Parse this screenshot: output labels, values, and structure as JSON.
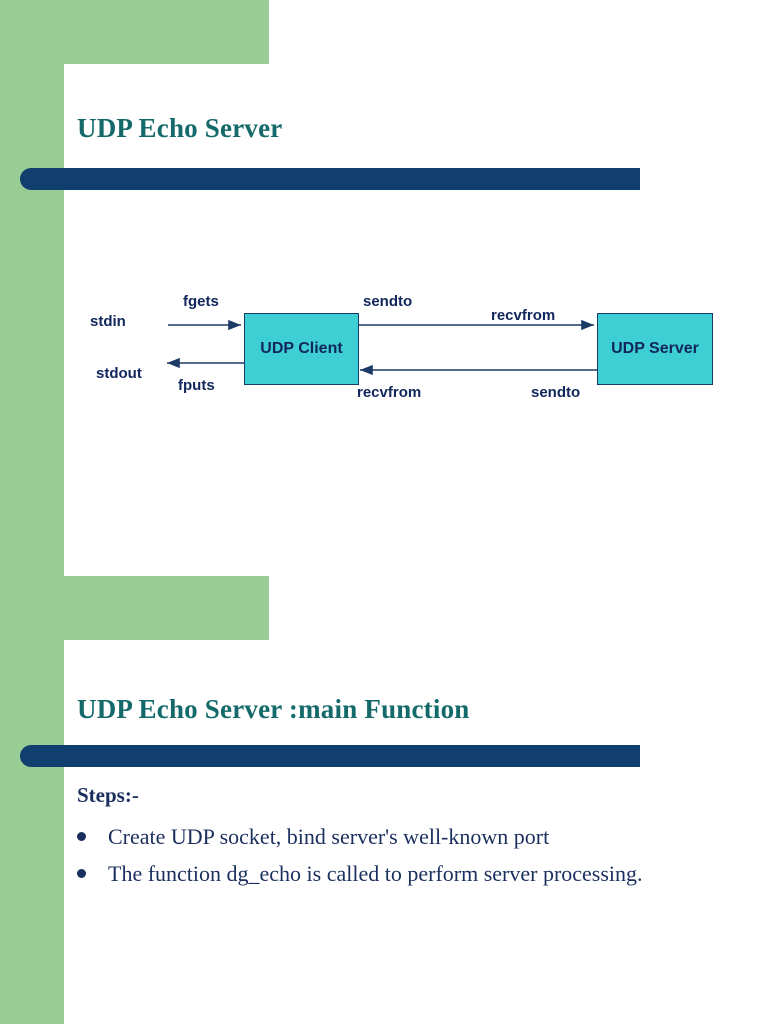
{
  "theme": {
    "green": "#9acd96",
    "navy_bar": "#103e6e",
    "title_teal": "#146a6a",
    "box_fill": "#3ecfd4",
    "box_border": "#1b3a66",
    "text_navy": "#1b2f5e"
  },
  "slides": [
    {
      "title": "UDP Echo Server",
      "diagram": {
        "nodes": [
          {
            "name": "udp-client",
            "label": "UDP Client"
          },
          {
            "name": "udp-server",
            "label": "UDP Server"
          }
        ],
        "labels": {
          "stdin": "stdin",
          "stdout": "stdout",
          "fgets": "fgets",
          "fputs": "fputs",
          "client_sendto": "sendto",
          "server_recvfrom": "recvfrom",
          "client_recvfrom": "recvfrom",
          "server_sendto": "sendto"
        }
      }
    },
    {
      "title": "UDP Echo Server :main Function",
      "steps_heading": "Steps:-",
      "bullets": [
        "Create UDP socket, bind server's well-known port",
        "The function dg_echo is called to perform server processing."
      ]
    }
  ]
}
